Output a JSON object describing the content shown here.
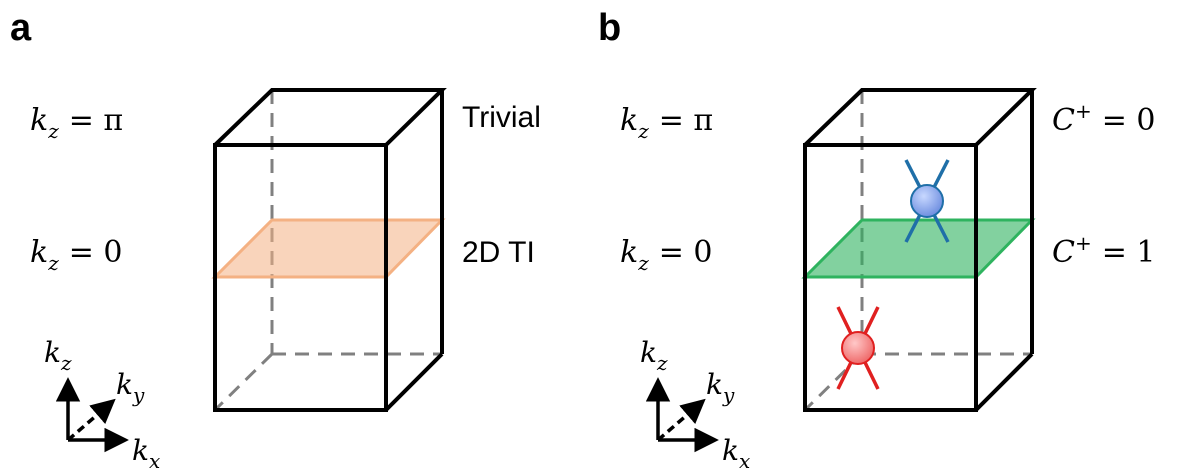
{
  "panel_a": {
    "letter": "a",
    "top_label": {
      "var": "k",
      "sub": "z",
      "rel": "= π"
    },
    "mid_label": {
      "var": "k",
      "sub": "z",
      "rel": "= 0"
    },
    "top_right": "Trivial",
    "mid_right": "2D TI",
    "plane_color": "#f4b183"
  },
  "panel_b": {
    "letter": "b",
    "top_label": {
      "var": "k",
      "sub": "z",
      "rel": "= π"
    },
    "mid_label": {
      "var": "k",
      "sub": "z",
      "rel": "= 0"
    },
    "top_right": {
      "var": "C",
      "sup": "+",
      "rel": "= 0"
    },
    "mid_right": {
      "var": "C",
      "sup": "+",
      "rel": "= 1"
    },
    "plane_color": "#2fb35f",
    "weyl_colors": {
      "blue": "#1f6fa8",
      "blue_fill": "#8aa8e8",
      "red": "#e02020",
      "red_fill": "#f28080"
    }
  },
  "axes": {
    "z": {
      "var": "k",
      "sub": "z"
    },
    "y": {
      "var": "k",
      "sub": "y"
    },
    "x": {
      "var": "k",
      "sub": "x"
    }
  }
}
